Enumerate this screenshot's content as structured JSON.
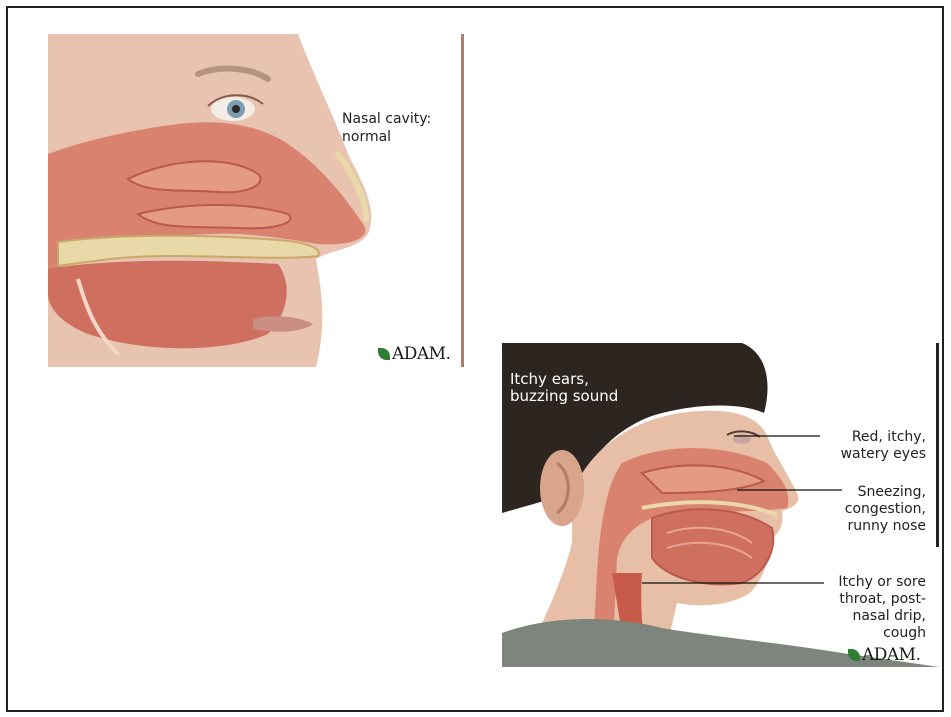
{
  "panel_top": {
    "label": "Nasal cavity:\nnormal",
    "logo_text": "ADAM."
  },
  "panel_bottom": {
    "ears_label": "Itchy ears,\nbuzzing sound",
    "callouts": {
      "eyes": "Red, itchy,\nwatery eyes",
      "nose": "Sneezing,\ncongestion,\nrunny nose",
      "throat": "Itchy or sore\nthroat, post-\nnasal drip,\ncough"
    },
    "logo_text": "ADAM."
  },
  "colors": {
    "skin": "#e8c3b0",
    "tissue": "#d9826f",
    "tissue_dark": "#b95a4c",
    "bone": "#e9d9a8",
    "hair": "#2d2520",
    "shirt": "#7d857c",
    "logo_leaf": "#2e7d32"
  }
}
